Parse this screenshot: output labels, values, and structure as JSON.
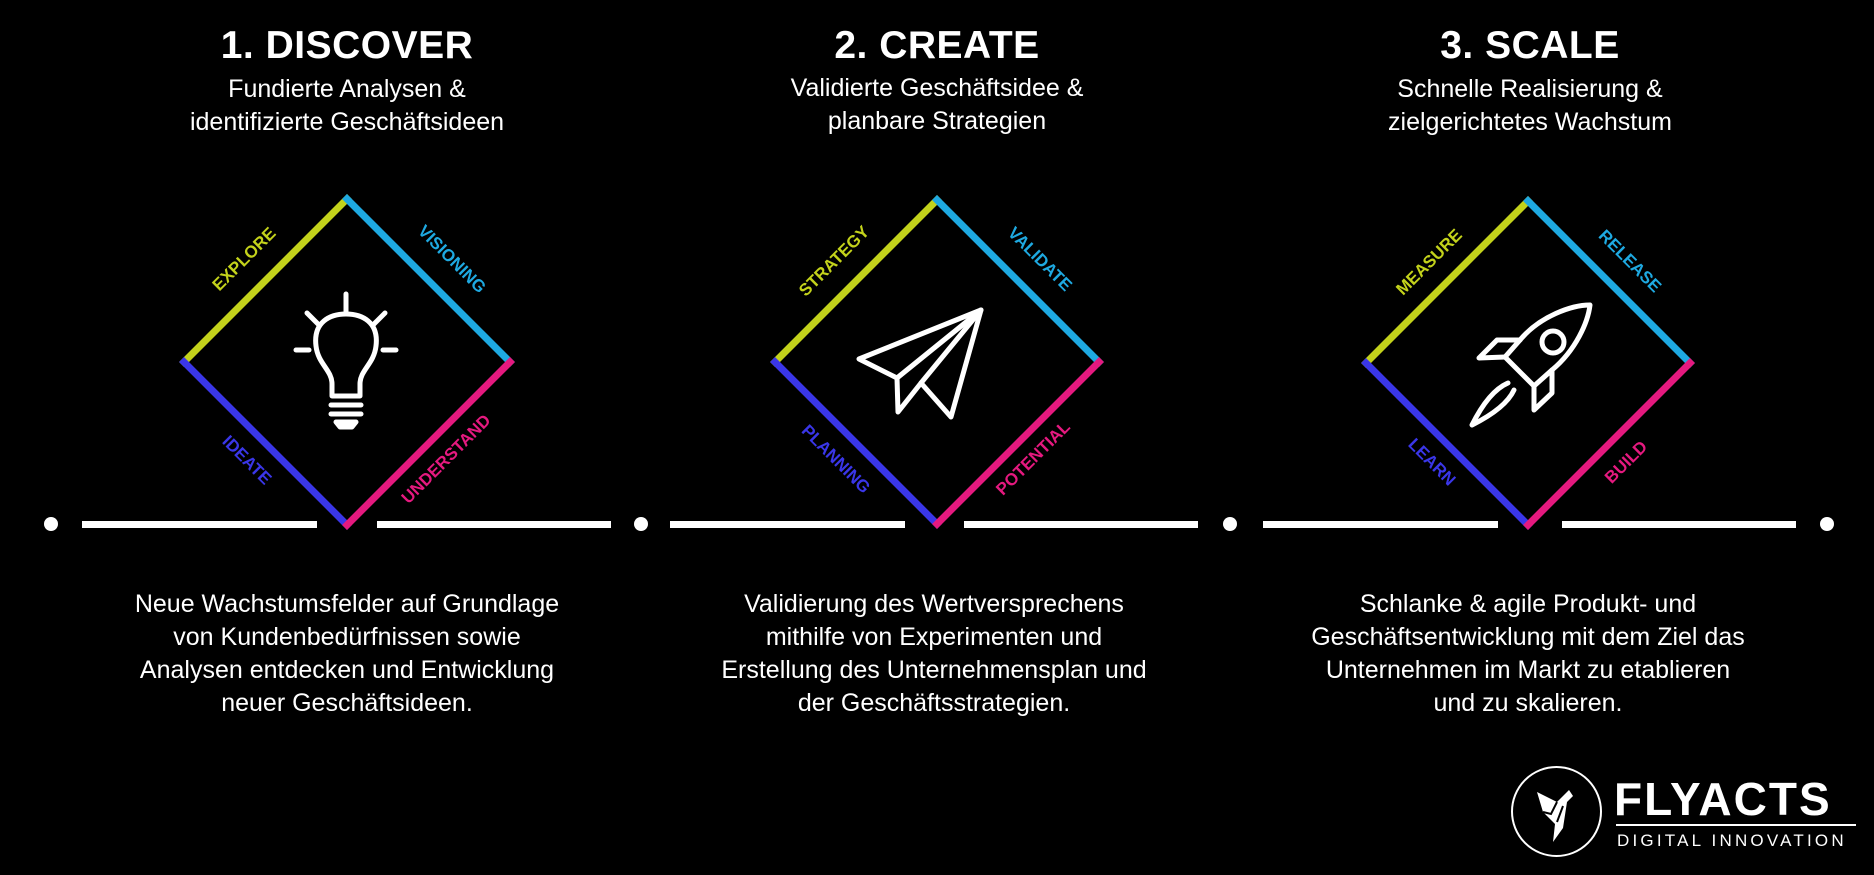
{
  "phases": [
    {
      "title": "1. DISCOVER",
      "subtitle_line1": "Fundierte Analysen &",
      "subtitle_line2": "identifizierte Geschäftsideen",
      "edges": {
        "top_left": "EXPLORE",
        "top_right": "VISIONING",
        "bottom_left": "IDEATE",
        "bottom_right": "UNDERSTAND"
      },
      "icon": "lightbulb-icon",
      "description": [
        "Neue Wachstumsfelder auf Grundlage",
        "von Kundenbedürfnissen sowie",
        "Analysen entdecken und Entwicklung",
        "neuer Geschäftsideen."
      ]
    },
    {
      "title": "2. CREATE",
      "subtitle_line1": "Validierte Geschäftsidee &",
      "subtitle_line2": "planbare Strategien",
      "edges": {
        "top_left": "STRATEGY",
        "top_right": "VALIDATE",
        "bottom_left": "PLANNING",
        "bottom_right": "POTENTIAL"
      },
      "icon": "paper-plane-icon",
      "description": [
        "Validierung des Wertversprechens",
        "mithilfe von Experimenten und",
        "Erstellung des Unternehmensplan und",
        "der Geschäftsstrategien."
      ]
    },
    {
      "title": "3. SCALE",
      "subtitle_line1": "Schnelle Realisierung &",
      "subtitle_line2": "zielgerichtetes Wachstum",
      "edges": {
        "top_left": "MEASURE",
        "top_right": "RELEASE",
        "bottom_left": "LEARN",
        "bottom_right": "BUILD"
      },
      "icon": "rocket-icon",
      "description": [
        "Schlanke & agile Produkt- und",
        "Geschäftsentwicklung mit dem Ziel das",
        "Unternehmen im Markt zu etablieren",
        "und zu skalieren."
      ]
    }
  ],
  "colors": {
    "top_left": "#c3d21b",
    "top_right": "#1ea9e1",
    "bottom_left": "#3a36e8",
    "bottom_right": "#e5197f",
    "background": "#000000",
    "foreground": "#ffffff"
  },
  "logo": {
    "name": "FLYACTS",
    "tagline": "DIGITAL INNOVATION",
    "icon": "bird-logo-icon"
  }
}
